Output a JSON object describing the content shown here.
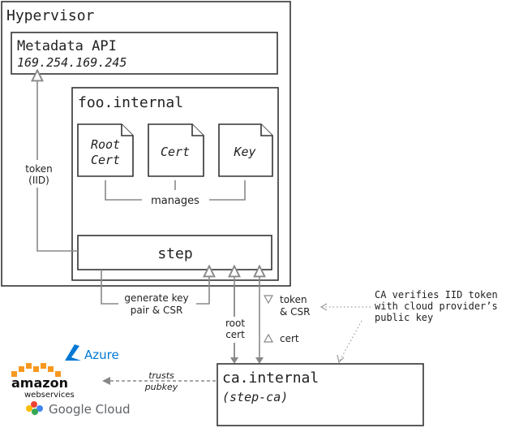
{
  "hypervisor": {
    "title": "Hypervisor"
  },
  "metadata_api": {
    "title": "Metadata API",
    "address": "169.254.169.245"
  },
  "host": {
    "title": "foo.internal",
    "files": {
      "root_cert_line1": "Root",
      "root_cert_line2": "Cert",
      "cert": "Cert",
      "key": "Key"
    },
    "manages_label": "manages",
    "step_label": "step"
  },
  "ca": {
    "title": "ca.internal",
    "subtitle": "(step-ca)"
  },
  "edges": {
    "token_line1": "token",
    "token_line2": "(IID)",
    "genkey_line1": "generate key",
    "genkey_line2": "pair & CSR",
    "root_cert_line1": "root",
    "root_cert_line2": "cert",
    "token_csr_line1": "token",
    "token_csr_line2": "& CSR",
    "cert_label": "cert",
    "trusts_line1": "trusts",
    "trusts_line2": "pubkey"
  },
  "note": {
    "line1": "CA verifies IID token",
    "line2": "with cloud provider’s",
    "line3": "public key"
  },
  "providers": {
    "azure": "Azure",
    "amazon_line1": "amazon",
    "amazon_line2": "webservices",
    "google": "Google Cloud"
  },
  "colors": {
    "azure_blue": "#0078d4",
    "aws_orange": "#f7981f",
    "aws_text": "#111111",
    "google_text": "#5f6368",
    "google_red": "#ea4335",
    "google_blue": "#4285f4",
    "google_yellow": "#fbbc05",
    "google_green": "#34a853"
  }
}
